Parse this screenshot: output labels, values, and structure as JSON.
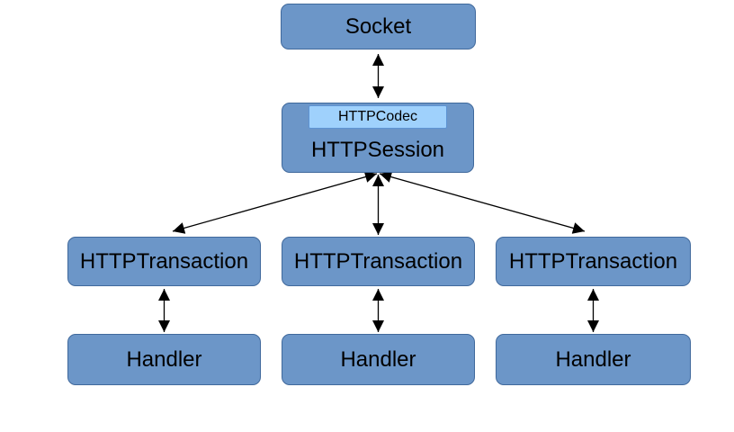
{
  "diagram": {
    "nodes": {
      "socket": {
        "label": "Socket"
      },
      "codec": {
        "label": "HTTPCodec"
      },
      "session": {
        "label": "HTTPSession"
      },
      "transaction1": {
        "label": "HTTPTransaction"
      },
      "transaction2": {
        "label": "HTTPTransaction"
      },
      "transaction3": {
        "label": "HTTPTransaction"
      },
      "handler1": {
        "label": "Handler"
      },
      "handler2": {
        "label": "Handler"
      },
      "handler3": {
        "label": "Handler"
      }
    },
    "edges": [
      {
        "from": "socket",
        "to": "session",
        "style": "bidirectional"
      },
      {
        "from": "session",
        "to": "transaction1",
        "style": "bidirectional"
      },
      {
        "from": "session",
        "to": "transaction2",
        "style": "bidirectional"
      },
      {
        "from": "session",
        "to": "transaction3",
        "style": "bidirectional"
      },
      {
        "from": "transaction1",
        "to": "handler1",
        "style": "bidirectional"
      },
      {
        "from": "transaction2",
        "to": "handler2",
        "style": "bidirectional"
      },
      {
        "from": "transaction3",
        "to": "handler3",
        "style": "bidirectional"
      }
    ],
    "colors": {
      "background": "#ffffff",
      "node_fill": "#6c96c8",
      "node_border": "#40699c",
      "codec_fill": "#9fd1fc",
      "codec_border": "#5e94d4",
      "arrow": "#000000"
    }
  }
}
